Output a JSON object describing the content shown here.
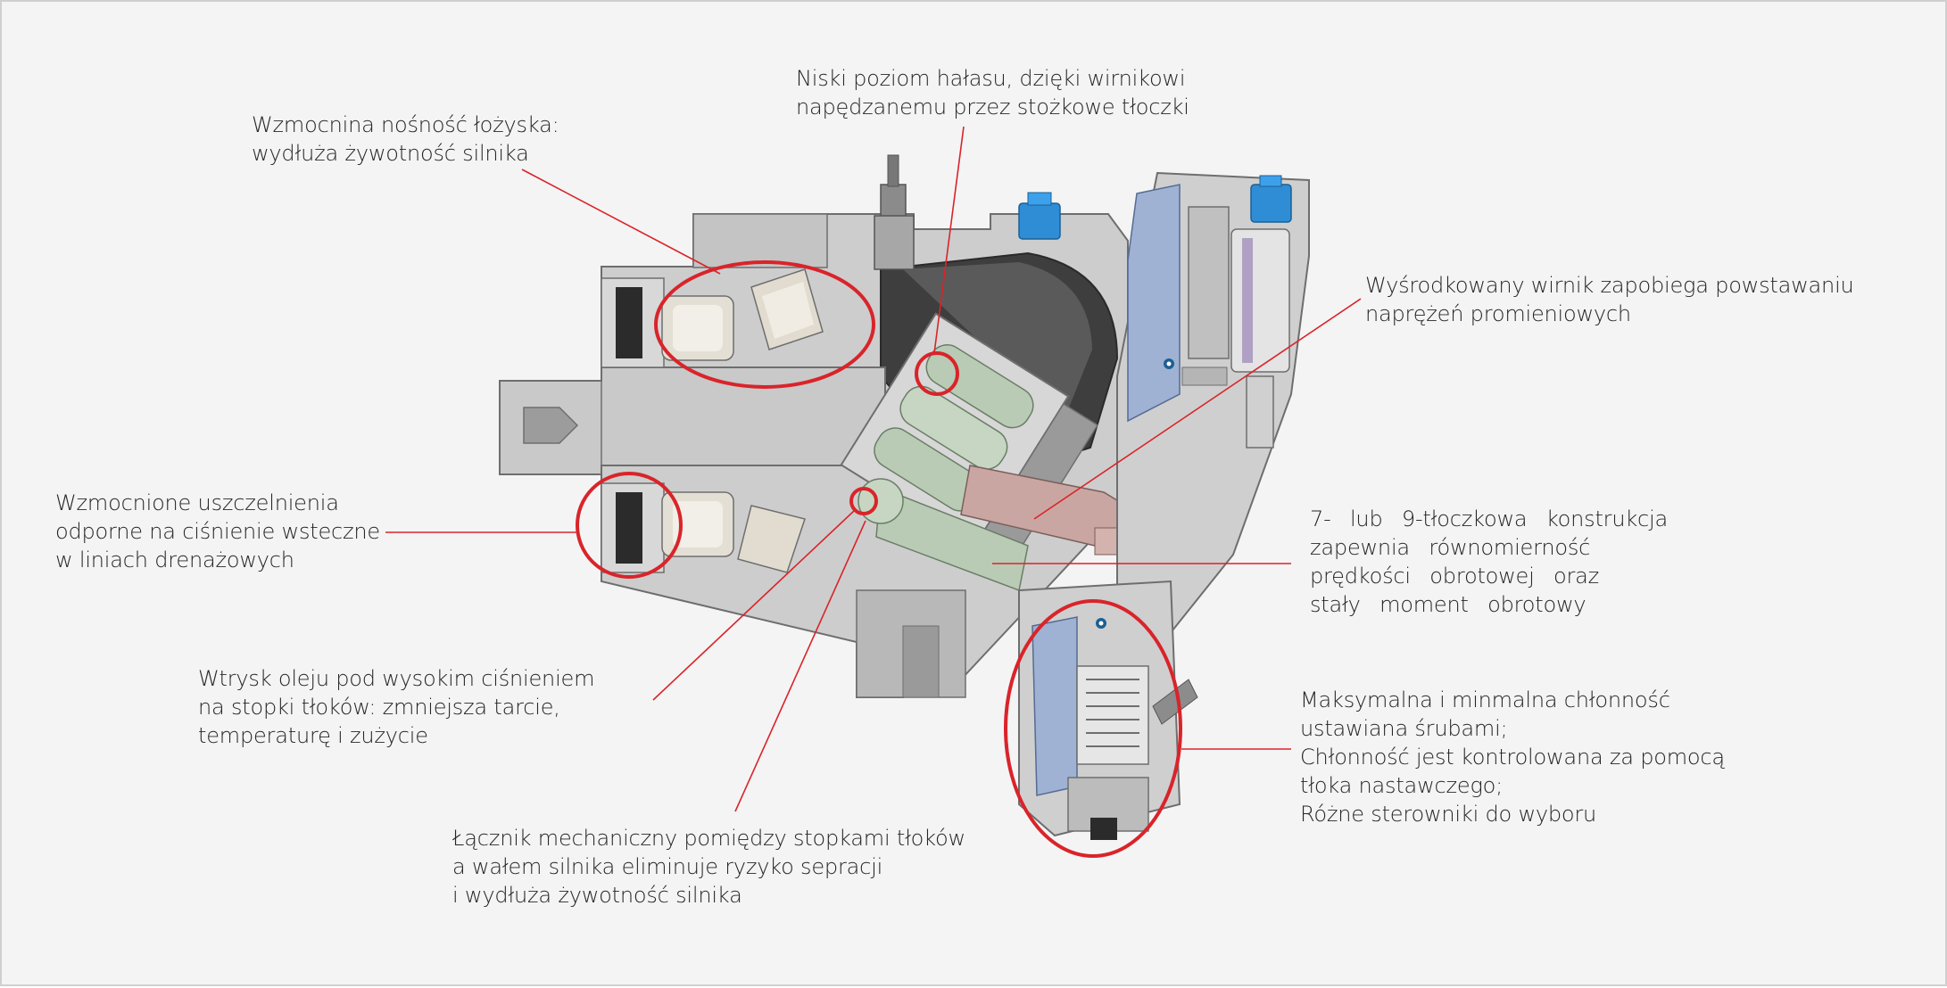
{
  "colors": {
    "background": "#f4f4f4",
    "frame": "#cfcfcf",
    "highlight": "#d9242a",
    "leader": "#d9242a",
    "housing": "#cdcdcd",
    "housing_dark": "#8c8c8c",
    "piston_green": "#b9cbb5",
    "link_pink": "#caa6a2",
    "valve_blue": "#9fb2d4",
    "port_blue": "#2f8dd6",
    "text": "#262626"
  },
  "callouts": {
    "bearing": {
      "lines": [
        "Wzmocnina nośność łożyska:",
        "wydłuża żywotność silnika"
      ]
    },
    "noise": {
      "lines": [
        "Niski poziom hałasu, dzięki wirnikowi",
        "napędzanemu przez stożkowe tłoczki"
      ]
    },
    "rotor": {
      "lines": [
        "Wyśrodkowany wirnik zapobiega powstawaniu",
        "naprężeń promieniowych"
      ]
    },
    "seals": {
      "lines": [
        "Wzmocnione uszczelnienia",
        "odporne na ciśnienie wsteczne",
        "w liniach drenażowych"
      ]
    },
    "pistons": {
      "lines": [
        "7- lub 9-tłoczkowa konstrukcja",
        "zapewnia równomierność",
        "prędkości obrotowej oraz",
        "stały moment obrotowy"
      ]
    },
    "oil": {
      "lines": [
        "Wtrysk oleju pod wysokim ciśnieniem",
        "na stopki tłoków: zmniejsza tarcie,",
        "temperaturę i zużycie"
      ]
    },
    "displacement": {
      "lines": [
        "Maksymalna i minmalna chłonność",
        "ustawiana śrubami;",
        "Chłonność jest kontrolowana za pomocą",
        "tłoka nastawczego;",
        "Różne sterowniki do wyboru"
      ]
    },
    "linkage": {
      "lines": [
        "Łącznik mechaniczny pomiędzy stopkami tłoków",
        "a wałem silnika eliminuje ryzyko sepracji",
        "i wydłuża żywotność silnika"
      ]
    }
  }
}
